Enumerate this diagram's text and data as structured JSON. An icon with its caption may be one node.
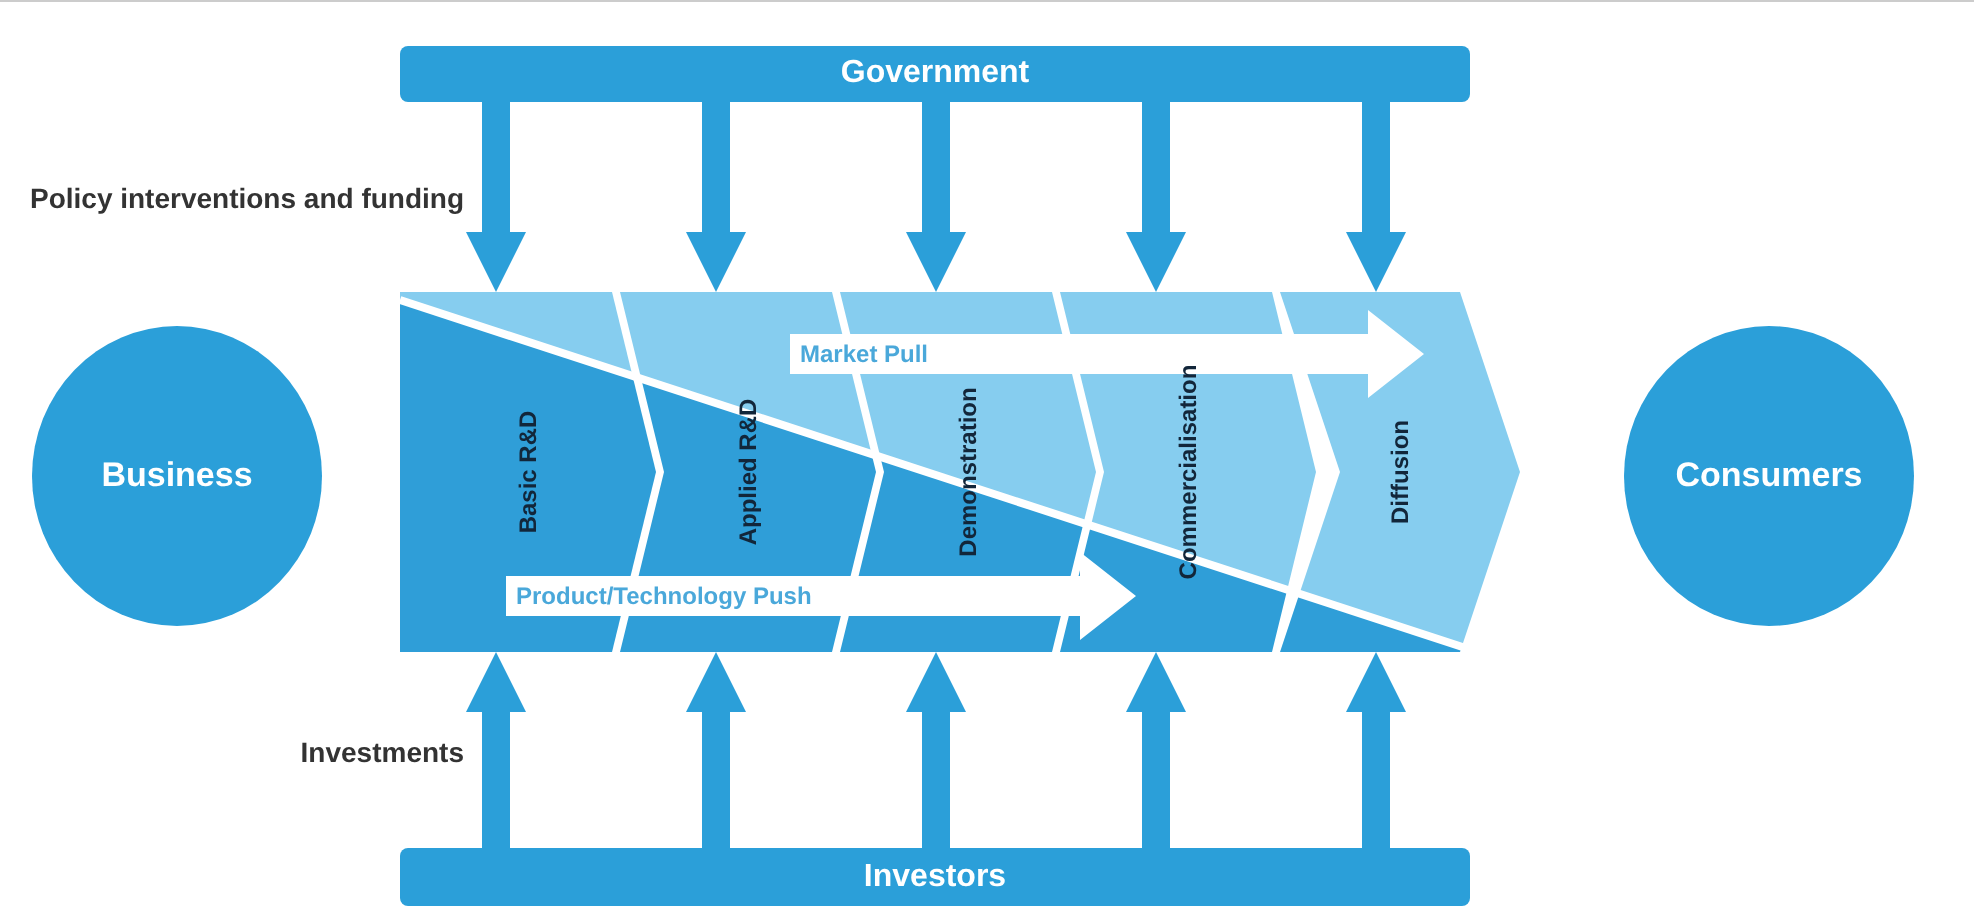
{
  "diagram": {
    "nodes": [
      {
        "text": [
          "Government"
        ]
      },
      {
        "text": [
          "Business"
        ]
      },
      {
        "text": [
          "Basic R&D"
        ]
      },
      {
        "text": [
          "Applied R&D"
        ]
      },
      {
        "text": [
          "Demonstration"
        ]
      },
      {
        "text": [
          "Commercialisation"
        ]
      },
      {
        "text": [
          "Diffusion"
        ]
      },
      {
        "text": [
          "Consumers"
        ]
      },
      {
        "text": [
          "Investors"
        ]
      }
    ],
    "edges": [
      {
        "from": 0,
        "to": 2,
        "arrow": "to"
      },
      {
        "from": 0,
        "to": 3,
        "arrow": "to"
      },
      {
        "from": 0,
        "to": 4,
        "arrow": "to"
      },
      {
        "from": 0,
        "to": 5,
        "arrow": "to"
      },
      {
        "from": 0,
        "to": 6,
        "arrow": "to"
      },
      {
        "from": 8,
        "to": 2,
        "arrow": "to"
      },
      {
        "from": 8,
        "to": 3,
        "arrow": "to"
      },
      {
        "from": 8,
        "to": 4,
        "arrow": "to"
      },
      {
        "from": 8,
        "to": 5,
        "arrow": "to"
      },
      {
        "from": 8,
        "to": 6,
        "arrow": "to"
      }
    ],
    "labels": [
      "Policy interventions and funding",
      "Market Pull",
      "Product/Technology Push",
      "Investments"
    ]
  }
}
